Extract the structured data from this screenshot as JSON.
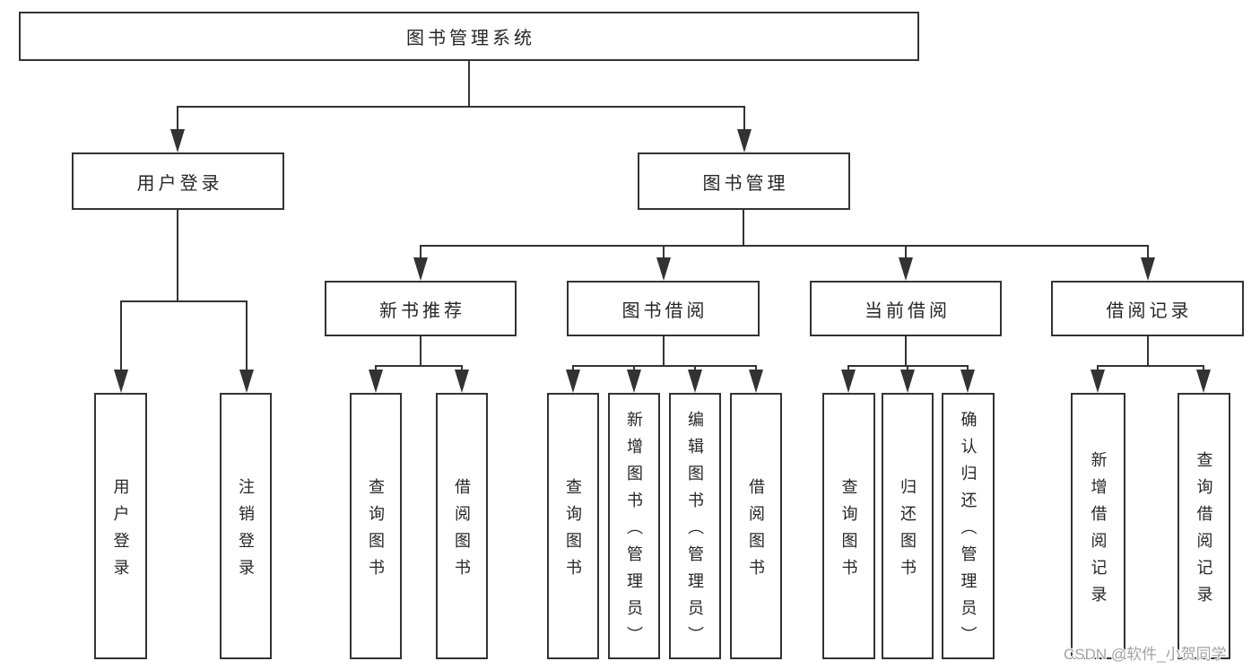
{
  "title": "图书管理系统",
  "colors": {
    "line": "#333333",
    "box_border": "#333333",
    "text": "#262626",
    "background": "#ffffff",
    "watermark": "#a3a3a3"
  },
  "nodes": {
    "root": {
      "label": "图书管理系统"
    },
    "level2": [
      {
        "id": "user-login",
        "label": "用户登录"
      },
      {
        "id": "book-management",
        "label": "图书管理"
      }
    ],
    "level3": [
      {
        "id": "new-book-recommend",
        "label": "新书推荐",
        "parent": "图书管理"
      },
      {
        "id": "book-borrow",
        "label": "图书借阅",
        "parent": "图书管理"
      },
      {
        "id": "current-borrow",
        "label": "当前借阅",
        "parent": "图书管理"
      },
      {
        "id": "borrow-records",
        "label": "借阅记录",
        "parent": "图书管理"
      }
    ],
    "leaves": [
      {
        "id": "leaf-user-login",
        "label": "用户登录",
        "parent": "用户登录"
      },
      {
        "id": "leaf-logout",
        "label": "注销登录",
        "parent": "用户登录"
      },
      {
        "id": "leaf-query-book-rec",
        "label": "查询图书",
        "parent": "新书推荐"
      },
      {
        "id": "leaf-borrow-book-rec",
        "label": "借阅图书",
        "parent": "新书推荐"
      },
      {
        "id": "leaf-query-book-borrow",
        "label": "查询图书",
        "parent": "图书借阅"
      },
      {
        "id": "leaf-add-book-admin",
        "label": "新增图书（管理员）",
        "parent": "图书借阅"
      },
      {
        "id": "leaf-edit-book-admin",
        "label": "编辑图书（管理员）",
        "parent": "图书借阅"
      },
      {
        "id": "leaf-borrow-book-borrow",
        "label": "借阅图书",
        "parent": "图书借阅"
      },
      {
        "id": "leaf-query-book-current",
        "label": "查询图书",
        "parent": "当前借阅"
      },
      {
        "id": "leaf-return-book",
        "label": "归还图书",
        "parent": "当前借阅"
      },
      {
        "id": "leaf-confirm-return-admin",
        "label": "确认归还（管理员）",
        "parent": "当前借阅"
      },
      {
        "id": "leaf-add-borrow-record",
        "label": "新增借阅记录",
        "parent": "借阅记录"
      },
      {
        "id": "leaf-query-borrow-record",
        "label": "查询借阅记录",
        "parent": "借阅记录"
      }
    ]
  },
  "watermark": "CSDN @软件_小贺同学"
}
